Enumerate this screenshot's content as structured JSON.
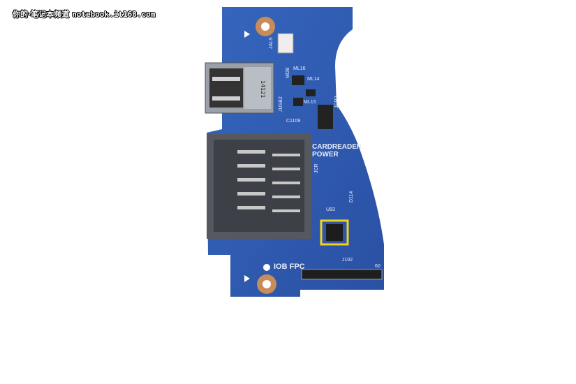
{
  "watermark": {
    "cn": "你的·笔记本频道",
    "url": "notebook.it168.com"
  },
  "silkscreen": {
    "cardreader": "CARDREADER",
    "power": "POWER",
    "iob_fpc": "IOB FPC",
    "jals": "JALS",
    "ml16": "ML16",
    "ml14": "ML14",
    "ml15": "ML15",
    "jusb2": "JUSB2",
    "mdb": "MDB",
    "jcr2": "JCR2",
    "c1109": "C1109",
    "jcr": "JCR",
    "u83": "U83",
    "d114": "D114",
    "j102": "J102",
    "pin60": "60",
    "usb_mark": "14121"
  },
  "colors": {
    "board": "#2f5bb0",
    "highlight": "#f3d21a"
  }
}
